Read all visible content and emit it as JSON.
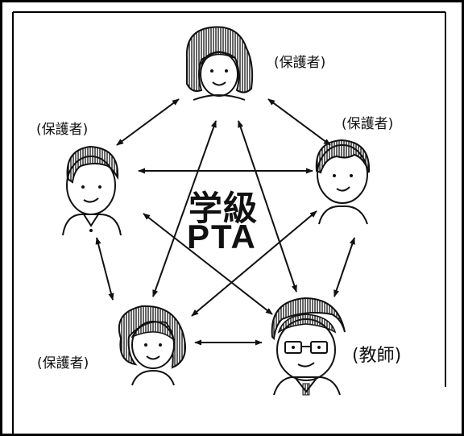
{
  "diagram": {
    "center": {
      "title": "学級",
      "subtitle": "PTA"
    },
    "nodes": [
      {
        "id": "top",
        "role": "(保護者)"
      },
      {
        "id": "left",
        "role": "(保護者)"
      },
      {
        "id": "right",
        "role": "(保護者)"
      },
      {
        "id": "bottom-left",
        "role": "(保護者)"
      },
      {
        "id": "bottom-right",
        "role": "(教師)"
      }
    ],
    "connections": [
      [
        "top",
        "left"
      ],
      [
        "top",
        "right"
      ],
      [
        "left",
        "bottom-left"
      ],
      [
        "right",
        "bottom-right"
      ],
      [
        "bottom-left",
        "bottom-right"
      ],
      [
        "left",
        "right"
      ],
      [
        "left",
        "bottom-right"
      ],
      [
        "top",
        "bottom-left"
      ],
      [
        "top",
        "bottom-right"
      ],
      [
        "right",
        "bottom-left"
      ]
    ]
  }
}
